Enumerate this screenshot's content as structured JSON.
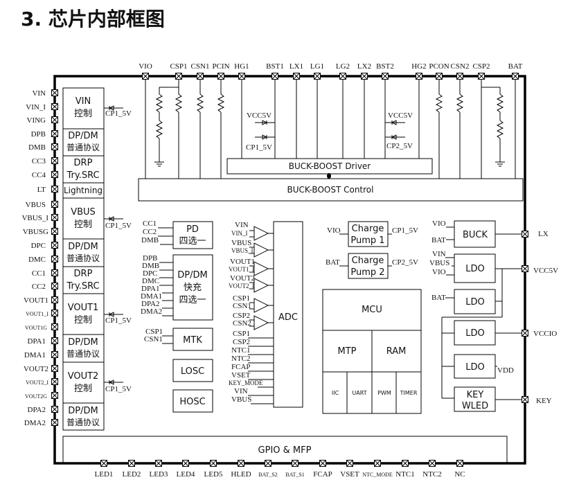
{
  "heading": "3. 芯片内部框图",
  "top_pins": [
    "VIO",
    "CSP1",
    "CSN1",
    "PCIN",
    "HG1",
    "BST1",
    "LX1",
    "LG1",
    "LG2",
    "LX2",
    "BST2",
    "HG2",
    "PCON",
    "CSN2",
    "CSP2",
    "BAT"
  ],
  "left_pins": [
    "VIN",
    "VIN_I",
    "VING",
    "DPB",
    "DMB",
    "CC3",
    "CC4",
    "LT",
    "VBUS",
    "VBUS_I",
    "VBUSG",
    "DPC",
    "DMC",
    "CC1",
    "CC2",
    "VOUT1",
    "VOUT1_I",
    "VOUT1G",
    "DPA1",
    "DMA1",
    "VOUT2",
    "VOUT2_I",
    "VOUT2G",
    "DPA2",
    "DMA2"
  ],
  "right_pins": [
    "LX",
    "VCC5V",
    "VCCIO",
    "KEY"
  ],
  "right_pin_vdd": "VDD",
  "bottom_pins": [
    "LED1",
    "LED2",
    "LED3",
    "LED4",
    "LED5",
    "HLED",
    "BAT_S2",
    "BAT_S1",
    "FCAP",
    "VSET",
    "NTC_MODE",
    "NTC1",
    "NTC2",
    "NC"
  ],
  "left_blocks": [
    {
      "l1": "VIN",
      "l2": "控制"
    },
    {
      "l1": "DP/DM",
      "l2": "普通协议"
    },
    {
      "l1": "DRP",
      "l2": "Try.SRC"
    },
    {
      "l1": "Lightning",
      "l2": ""
    },
    {
      "l1": "VBUS",
      "l2": "控制"
    },
    {
      "l1": "DP/DM",
      "l2": "普通协议"
    },
    {
      "l1": "DRP",
      "l2": "Try.SRC"
    },
    {
      "l1": "VOUT1",
      "l2": "控制"
    },
    {
      "l1": "DP/DM",
      "l2": "普通协议"
    },
    {
      "l1": "VOUT2",
      "l2": "控制"
    },
    {
      "l1": "DP/DM",
      "l2": "普通协议"
    }
  ],
  "cp1_5v": "CP1_5V",
  "cp2_5v": "CP2_5V",
  "vcc5v": "VCC5V",
  "buck_boost_driver": "BUCK-BOOST Driver",
  "buck_boost_control": "BUCK-BOOST Control",
  "pd_block": {
    "l1": "PD",
    "l2": "四选一",
    "inputs": [
      "CC1",
      "CC2",
      "DMB"
    ]
  },
  "fast_block": {
    "l1": "DP/DM",
    "l2": "快充",
    "l3": "四选一",
    "inputs": [
      "DPB",
      "DMB",
      "DPC",
      "DMC",
      "DPA1",
      "DMA1",
      "DPA2",
      "DMA2"
    ]
  },
  "mtk_block": {
    "label": "MTK",
    "inputs": [
      "CSP1",
      "CSN1"
    ]
  },
  "losc": "LOSC",
  "hosc": "HOSC",
  "adc": {
    "label": "ADC",
    "amp_inputs": [
      [
        "VIN",
        "VIN_I"
      ],
      [
        "VBUS",
        "VBUS_I"
      ],
      [
        "VOUT1",
        "VOUT1_I"
      ],
      [
        "VOUT2",
        "VOUT2_I"
      ],
      [
        "CSP1",
        "CSN1"
      ],
      [
        "CSP2",
        "CSN2"
      ]
    ],
    "direct_inputs": [
      "CSP1",
      "CSP2",
      "NTC1",
      "NTC2",
      "FCAP",
      "VSET",
      "KEY_MODE",
      "VIN",
      "VBUS"
    ]
  },
  "pump1": {
    "l1": "Charge",
    "l2": "Pump 1",
    "in": "VIO",
    "out": "CP1_5V"
  },
  "pump2": {
    "l1": "Charge",
    "l2": "Pump 2",
    "in": "BAT",
    "out": "CP2_5V"
  },
  "mcu": {
    "title": "MCU",
    "mtp": "MTP",
    "ram": "RAM",
    "cells": [
      "IIC",
      "UART",
      "PWM",
      "TIMER"
    ]
  },
  "buck": {
    "label": "BUCK",
    "in1": "VIO",
    "in2": "BAT"
  },
  "ldo1": {
    "label": "LDO",
    "in1": "VIN",
    "in2": "VBUS",
    "in3": "VIO"
  },
  "ldo2": {
    "label": "LDO",
    "in": "BAT"
  },
  "ldo3": {
    "label": "LDO"
  },
  "ldo4": {
    "label": "LDO"
  },
  "key_wled": {
    "l1": "KEY",
    "l2": "WLED"
  },
  "gpio": "GPIO & MFP"
}
